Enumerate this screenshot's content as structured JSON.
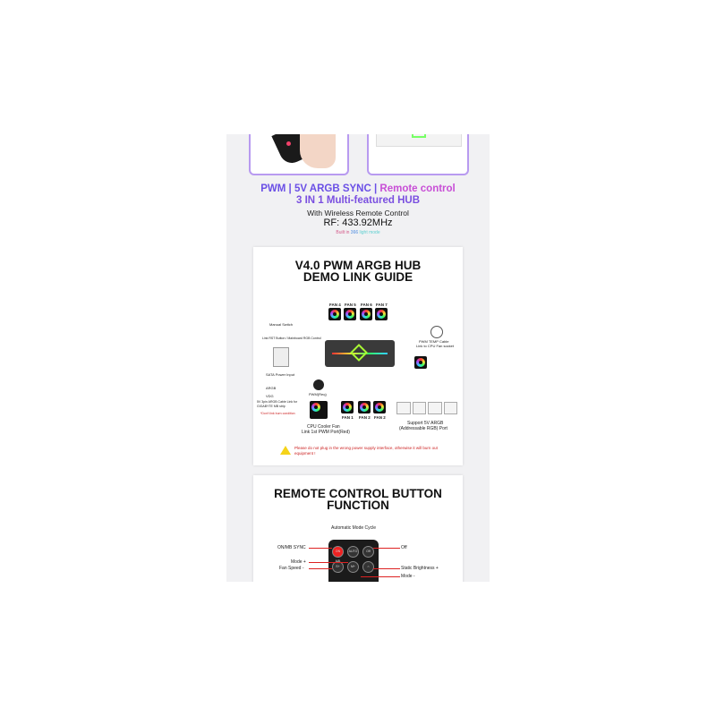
{
  "banner": {
    "headline_part1": "PWM | 5V ARGB SYNC | ",
    "headline_part2": "Remote control",
    "headline_line2": "3 IN 1 Multi-featured HUB",
    "subtitle": "With Wireless Remote Control",
    "frequency": "RF: 433.92MHz",
    "built_in": "Built in",
    "built_in_count": "366",
    "built_in_suffix": "light mode",
    "colors": {
      "purple": "#6a4fe6",
      "pink": "#c84fd6"
    }
  },
  "hub_guide": {
    "title_line1": "V4.0 PWM ARGB HUB",
    "title_line2": "DEMO LINK GUIDE",
    "fans_top": [
      "FAN 4",
      "FAN 5",
      "FAN 6",
      "FAN 7"
    ],
    "fans_bottom": [
      "FAN 1",
      "FAN 2",
      "FAN 2"
    ],
    "manual_switch": "Manual Switch",
    "manual_switch_desc": "Link RST Button / Mainboard RGB Control",
    "sata": "SATA Power Input",
    "argb": "ARGB",
    "vdg": "VDG",
    "argb_desc": "5V 3pin ARGB Cable Link for GIGABYTE MB strip",
    "warning_small": "*Don't link burn condition",
    "pwm_req": "PWM(Req)",
    "pwm_temp": "PWM TEMP Cable",
    "pwm_temp_desc": "Link to CPU Fan socket",
    "cpu_fan": "CPU Cooler Fan",
    "cpu_fan_desc": "Link 1st PWM Port(Red)",
    "support": "Support 5V ARGB",
    "support_desc": "(Addressable RGB) Port",
    "warning": "Please do not plug in the wrong power supply interface, otherwise it will burn out equipment !"
  },
  "remote": {
    "title_line1": "REMOTE CONTROL BUTTON",
    "title_line2": "FUNCTION",
    "auto_cycle": "Automatic Mode Cycle",
    "on_mb_sync": "ON/MB SYNC",
    "off": "Off",
    "mode_plus": "Mode +",
    "fan_speed": "Fan Speed -",
    "static_brightness": "Static Brightness +",
    "mode_minus": "Mode -",
    "buttons": [
      "ON MB",
      "AUTO",
      "Off",
      "S+",
      "M+",
      "⌂"
    ]
  }
}
